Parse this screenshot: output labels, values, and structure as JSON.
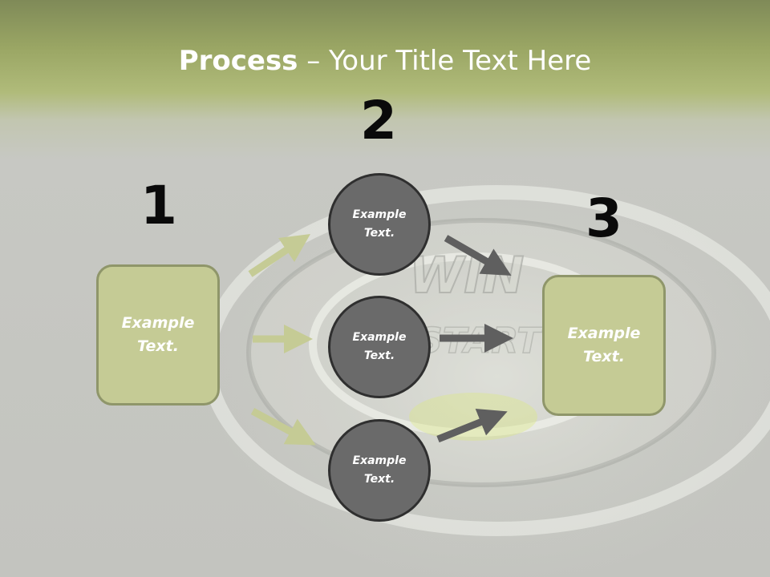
{
  "slide": {
    "title_bold": "Process",
    "title_rest": " – Your Title Text Here"
  },
  "steps": [
    {
      "number": "1",
      "text": "Example Text."
    },
    {
      "number": "2",
      "items": [
        "Example Text.",
        "Example Text.",
        "Example Text."
      ]
    },
    {
      "number": "3",
      "text": "Example Text."
    }
  ],
  "background": {
    "watermark": "WIN",
    "watermark2": "START"
  },
  "colors": {
    "header_green": "#9aa664",
    "box_fill": "#c5cb95",
    "box_border": "#8f966a",
    "circle_fill": "#6a6a6a",
    "circle_border": "#2f2f2f",
    "left_arrow": "#c5cb95",
    "right_arrow": "#5f5f5f"
  }
}
